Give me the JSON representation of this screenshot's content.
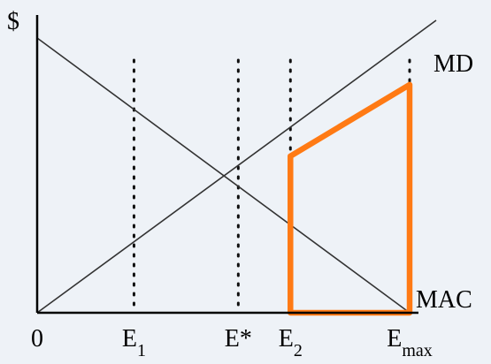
{
  "chart_data": {
    "type": "line",
    "title": "",
    "ylabel": "$",
    "xlabel": "",
    "xlim": [
      0,
      10
    ],
    "ylim": [
      0,
      10
    ],
    "grid": false,
    "x_ticks": [
      {
        "x": 0,
        "label": "0",
        "sub": ""
      },
      {
        "x": 2.6,
        "label": "E",
        "sub": "1"
      },
      {
        "x": 5.4,
        "label": "E*",
        "sub": ""
      },
      {
        "x": 6.8,
        "label": "E",
        "sub": "2"
      },
      {
        "x": 10,
        "label": "E",
        "sub": "max"
      }
    ],
    "series": [
      {
        "name": "MD",
        "x": [
          0,
          10
        ],
        "y": [
          0,
          10
        ]
      },
      {
        "name": "MAC",
        "x": [
          0,
          10
        ],
        "y": [
          10,
          0
        ]
      }
    ],
    "vertical_guides": [
      2.6,
      5.4,
      6.8,
      10
    ],
    "highlight_region": {
      "color": "#ff7a14",
      "x": [
        6.8,
        6.8,
        10,
        10
      ],
      "y": [
        0,
        5.7,
        8.3,
        0
      ]
    },
    "colors": {
      "background": "#eef2f7",
      "axis": "#000000",
      "curve": "#333333",
      "highlight": "#ff7a14"
    }
  }
}
